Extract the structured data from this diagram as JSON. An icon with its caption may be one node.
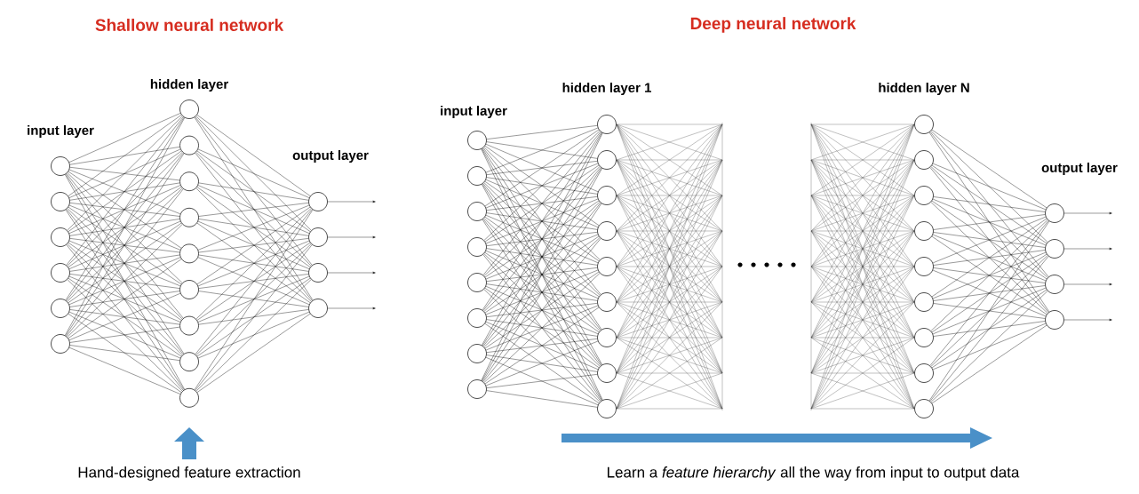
{
  "diagram": {
    "nodes": [
      {
        "text": [],
        "shape": "circle"
      },
      {
        "text": [],
        "shape": "circle"
      },
      {
        "text": [],
        "shape": "circle"
      },
      {
        "text": [],
        "shape": "circle"
      },
      {
        "text": [],
        "shape": "circle"
      },
      {
        "text": [],
        "shape": "circle"
      },
      {
        "text": [],
        "shape": "circle"
      },
      {
        "text": [],
        "shape": "circle"
      },
      {
        "text": [],
        "shape": "circle"
      },
      {
        "text": [],
        "shape": "circle"
      },
      {
        "text": [],
        "shape": "circle"
      },
      {
        "text": [],
        "shape": "circle"
      },
      {
        "text": [],
        "shape": "circle"
      },
      {
        "text": [],
        "shape": "circle"
      },
      {
        "text": [],
        "shape": "circle"
      },
      {
        "text": [],
        "shape": "circle"
      },
      {
        "text": [],
        "shape": "circle"
      },
      {
        "text": [],
        "shape": "circle"
      },
      {
        "text": [],
        "shape": "circle"
      },
      {
        "text": [],
        "shape": "circle"
      },
      {
        "text": [],
        "shape": "circle"
      },
      {
        "text": [],
        "shape": "circle"
      },
      {
        "text": [],
        "shape": "circle"
      },
      {
        "text": [],
        "shape": "circle"
      },
      {
        "text": [],
        "shape": "circle"
      },
      {
        "text": [],
        "shape": "circle"
      },
      {
        "text": [],
        "shape": "circle"
      },
      {
        "text": [],
        "shape": "circle"
      },
      {
        "text": [],
        "shape": "circle"
      },
      {
        "text": [],
        "shape": "circle"
      },
      {
        "text": [],
        "shape": "circle"
      },
      {
        "text": [],
        "shape": "circle"
      },
      {
        "text": [],
        "shape": "circle"
      },
      {
        "text": [],
        "shape": "circle"
      },
      {
        "text": [],
        "shape": "circle"
      },
      {
        "text": [],
        "shape": "circle"
      },
      {
        "text": [],
        "shape": "circle"
      },
      {
        "text": [],
        "shape": "circle"
      },
      {
        "text": [],
        "shape": "circle"
      },
      {
        "text": [],
        "shape": "circle"
      },
      {
        "text": [],
        "shape": "circle"
      },
      {
        "text": [],
        "shape": "circle"
      },
      {
        "text": [],
        "shape": "circle"
      },
      {
        "text": [],
        "shape": "circle"
      },
      {
        "text": [],
        "shape": "circle"
      },
      {
        "text": [],
        "shape": "circle"
      },
      {
        "text": [],
        "shape": "circle"
      },
      {
        "text": [],
        "shape": "circle"
      },
      {
        "text": [],
        "shape": "circle"
      }
    ],
    "edges": [
      {
        "from": 0,
        "to": 6,
        "arrow": "none"
      },
      {
        "from": 0,
        "to": 7,
        "arrow": "none"
      },
      {
        "from": 0,
        "to": 8,
        "arrow": "none"
      },
      {
        "from": 0,
        "to": 9,
        "arrow": "none"
      },
      {
        "from": 0,
        "to": 10,
        "arrow": "none"
      },
      {
        "from": 0,
        "to": 11,
        "arrow": "none"
      },
      {
        "from": 0,
        "to": 12,
        "arrow": "none"
      },
      {
        "from": 0,
        "to": 13,
        "arrow": "none"
      },
      {
        "from": 0,
        "to": 14,
        "arrow": "none"
      },
      {
        "from": 1,
        "to": 6,
        "arrow": "none"
      },
      {
        "from": 1,
        "to": 7,
        "arrow": "none"
      },
      {
        "from": 1,
        "to": 8,
        "arrow": "none"
      },
      {
        "from": 1,
        "to": 9,
        "arrow": "none"
      },
      {
        "from": 1,
        "to": 10,
        "arrow": "none"
      },
      {
        "from": 1,
        "to": 11,
        "arrow": "none"
      },
      {
        "from": 1,
        "to": 12,
        "arrow": "none"
      },
      {
        "from": 1,
        "to": 13,
        "arrow": "none"
      },
      {
        "from": 1,
        "to": 14,
        "arrow": "none"
      },
      {
        "from": 2,
        "to": 6,
        "arrow": "none"
      },
      {
        "from": 2,
        "to": 7,
        "arrow": "none"
      },
      {
        "from": 2,
        "to": 8,
        "arrow": "none"
      },
      {
        "from": 2,
        "to": 9,
        "arrow": "none"
      },
      {
        "from": 2,
        "to": 10,
        "arrow": "none"
      },
      {
        "from": 2,
        "to": 11,
        "arrow": "none"
      },
      {
        "from": 2,
        "to": 12,
        "arrow": "none"
      },
      {
        "from": 2,
        "to": 13,
        "arrow": "none"
      },
      {
        "from": 2,
        "to": 14,
        "arrow": "none"
      },
      {
        "from": 3,
        "to": 6,
        "arrow": "none"
      },
      {
        "from": 3,
        "to": 7,
        "arrow": "none"
      },
      {
        "from": 3,
        "to": 8,
        "arrow": "none"
      },
      {
        "from": 3,
        "to": 9,
        "arrow": "none"
      },
      {
        "from": 3,
        "to": 10,
        "arrow": "none"
      },
      {
        "from": 3,
        "to": 11,
        "arrow": "none"
      },
      {
        "from": 3,
        "to": 12,
        "arrow": "none"
      },
      {
        "from": 3,
        "to": 13,
        "arrow": "none"
      },
      {
        "from": 3,
        "to": 14,
        "arrow": "none"
      },
      {
        "from": 4,
        "to": 6,
        "arrow": "none"
      },
      {
        "from": 4,
        "to": 7,
        "arrow": "none"
      },
      {
        "from": 4,
        "to": 8,
        "arrow": "none"
      },
      {
        "from": 4,
        "to": 9,
        "arrow": "none"
      },
      {
        "from": 4,
        "to": 10,
        "arrow": "none"
      },
      {
        "from": 4,
        "to": 11,
        "arrow": "none"
      },
      {
        "from": 4,
        "to": 12,
        "arrow": "none"
      },
      {
        "from": 4,
        "to": 13,
        "arrow": "none"
      },
      {
        "from": 4,
        "to": 14,
        "arrow": "none"
      },
      {
        "from": 5,
        "to": 6,
        "arrow": "none"
      },
      {
        "from": 5,
        "to": 7,
        "arrow": "none"
      },
      {
        "from": 5,
        "to": 8,
        "arrow": "none"
      },
      {
        "from": 5,
        "to": 9,
        "arrow": "none"
      },
      {
        "from": 5,
        "to": 10,
        "arrow": "none"
      },
      {
        "from": 5,
        "to": 11,
        "arrow": "none"
      },
      {
        "from": 5,
        "to": 12,
        "arrow": "none"
      },
      {
        "from": 5,
        "to": 13,
        "arrow": "none"
      },
      {
        "from": 5,
        "to": 14,
        "arrow": "none"
      },
      {
        "from": 6,
        "to": 15,
        "arrow": "none"
      },
      {
        "from": 6,
        "to": 16,
        "arrow": "none"
      },
      {
        "from": 6,
        "to": 17,
        "arrow": "none"
      },
      {
        "from": 6,
        "to": 18,
        "arrow": "none"
      },
      {
        "from": 7,
        "to": 15,
        "arrow": "none"
      },
      {
        "from": 7,
        "to": 16,
        "arrow": "none"
      },
      {
        "from": 7,
        "to": 17,
        "arrow": "none"
      },
      {
        "from": 7,
        "to": 18,
        "arrow": "none"
      },
      {
        "from": 8,
        "to": 15,
        "arrow": "none"
      },
      {
        "from": 8,
        "to": 16,
        "arrow": "none"
      },
      {
        "from": 8,
        "to": 17,
        "arrow": "none"
      },
      {
        "from": 8,
        "to": 18,
        "arrow": "none"
      },
      {
        "from": 9,
        "to": 15,
        "arrow": "none"
      },
      {
        "from": 9,
        "to": 16,
        "arrow": "none"
      },
      {
        "from": 9,
        "to": 17,
        "arrow": "none"
      },
      {
        "from": 9,
        "to": 18,
        "arrow": "none"
      },
      {
        "from": 10,
        "to": 15,
        "arrow": "none"
      },
      {
        "from": 10,
        "to": 16,
        "arrow": "none"
      },
      {
        "from": 10,
        "to": 17,
        "arrow": "none"
      },
      {
        "from": 10,
        "to": 18,
        "arrow": "none"
      },
      {
        "from": 11,
        "to": 15,
        "arrow": "none"
      },
      {
        "from": 11,
        "to": 16,
        "arrow": "none"
      },
      {
        "from": 11,
        "to": 17,
        "arrow": "none"
      },
      {
        "from": 11,
        "to": 18,
        "arrow": "none"
      },
      {
        "from": 12,
        "to": 15,
        "arrow": "none"
      },
      {
        "from": 12,
        "to": 16,
        "arrow": "none"
      },
      {
        "from": 12,
        "to": 17,
        "arrow": "none"
      },
      {
        "from": 12,
        "to": 18,
        "arrow": "none"
      },
      {
        "from": 13,
        "to": 15,
        "arrow": "none"
      },
      {
        "from": 13,
        "to": 16,
        "arrow": "none"
      },
      {
        "from": 13,
        "to": 17,
        "arrow": "none"
      },
      {
        "from": 13,
        "to": 18,
        "arrow": "none"
      },
      {
        "from": 14,
        "to": 15,
        "arrow": "none"
      },
      {
        "from": 14,
        "to": 16,
        "arrow": "none"
      },
      {
        "from": 14,
        "to": 17,
        "arrow": "none"
      },
      {
        "from": 14,
        "to": 18,
        "arrow": "none"
      },
      {
        "from": 15,
        "to": null,
        "arrow": "to"
      },
      {
        "from": 16,
        "to": null,
        "arrow": "to"
      },
      {
        "from": 17,
        "to": null,
        "arrow": "to"
      },
      {
        "from": 18,
        "to": null,
        "arrow": "to"
      },
      {
        "from": 19,
        "to": 27,
        "arrow": "none"
      },
      {
        "from": 19,
        "to": 28,
        "arrow": "none"
      },
      {
        "from": 19,
        "to": 29,
        "arrow": "none"
      },
      {
        "from": 19,
        "to": 30,
        "arrow": "none"
      },
      {
        "from": 19,
        "to": 31,
        "arrow": "none"
      },
      {
        "from": 19,
        "to": 32,
        "arrow": "none"
      },
      {
        "from": 19,
        "to": 33,
        "arrow": "none"
      },
      {
        "from": 19,
        "to": 34,
        "arrow": "none"
      },
      {
        "from": 19,
        "to": 35,
        "arrow": "none"
      },
      {
        "from": 20,
        "to": 27,
        "arrow": "none"
      },
      {
        "from": 20,
        "to": 28,
        "arrow": "none"
      },
      {
        "from": 20,
        "to": 29,
        "arrow": "none"
      },
      {
        "from": 20,
        "to": 30,
        "arrow": "none"
      },
      {
        "from": 20,
        "to": 31,
        "arrow": "none"
      },
      {
        "from": 20,
        "to": 32,
        "arrow": "none"
      },
      {
        "from": 20,
        "to": 33,
        "arrow": "none"
      },
      {
        "from": 20,
        "to": 34,
        "arrow": "none"
      },
      {
        "from": 20,
        "to": 35,
        "arrow": "none"
      },
      {
        "from": 21,
        "to": 27,
        "arrow": "none"
      },
      {
        "from": 21,
        "to": 28,
        "arrow": "none"
      },
      {
        "from": 21,
        "to": 29,
        "arrow": "none"
      },
      {
        "from": 21,
        "to": 30,
        "arrow": "none"
      },
      {
        "from": 21,
        "to": 31,
        "arrow": "none"
      },
      {
        "from": 21,
        "to": 32,
        "arrow": "none"
      },
      {
        "from": 21,
        "to": 33,
        "arrow": "none"
      },
      {
        "from": 21,
        "to": 34,
        "arrow": "none"
      },
      {
        "from": 21,
        "to": 35,
        "arrow": "none"
      },
      {
        "from": 22,
        "to": 27,
        "arrow": "none"
      },
      {
        "from": 22,
        "to": 28,
        "arrow": "none"
      },
      {
        "from": 22,
        "to": 29,
        "arrow": "none"
      },
      {
        "from": 22,
        "to": 30,
        "arrow": "none"
      },
      {
        "from": 22,
        "to": 31,
        "arrow": "none"
      },
      {
        "from": 22,
        "to": 32,
        "arrow": "none"
      },
      {
        "from": 22,
        "to": 33,
        "arrow": "none"
      },
      {
        "from": 22,
        "to": 34,
        "arrow": "none"
      },
      {
        "from": 22,
        "to": 35,
        "arrow": "none"
      },
      {
        "from": 23,
        "to": 27,
        "arrow": "none"
      },
      {
        "from": 23,
        "to": 28,
        "arrow": "none"
      },
      {
        "from": 23,
        "to": 29,
        "arrow": "none"
      },
      {
        "from": 23,
        "to": 30,
        "arrow": "none"
      },
      {
        "from": 23,
        "to": 31,
        "arrow": "none"
      },
      {
        "from": 23,
        "to": 32,
        "arrow": "none"
      },
      {
        "from": 23,
        "to": 33,
        "arrow": "none"
      },
      {
        "from": 23,
        "to": 34,
        "arrow": "none"
      },
      {
        "from": 23,
        "to": 35,
        "arrow": "none"
      },
      {
        "from": 24,
        "to": 27,
        "arrow": "none"
      },
      {
        "from": 24,
        "to": 28,
        "arrow": "none"
      },
      {
        "from": 24,
        "to": 29,
        "arrow": "none"
      },
      {
        "from": 24,
        "to": 30,
        "arrow": "none"
      },
      {
        "from": 24,
        "to": 31,
        "arrow": "none"
      },
      {
        "from": 24,
        "to": 32,
        "arrow": "none"
      },
      {
        "from": 24,
        "to": 33,
        "arrow": "none"
      },
      {
        "from": 24,
        "to": 34,
        "arrow": "none"
      },
      {
        "from": 24,
        "to": 35,
        "arrow": "none"
      },
      {
        "from": 25,
        "to": 27,
        "arrow": "none"
      },
      {
        "from": 25,
        "to": 28,
        "arrow": "none"
      },
      {
        "from": 25,
        "to": 29,
        "arrow": "none"
      },
      {
        "from": 25,
        "to": 30,
        "arrow": "none"
      },
      {
        "from": 25,
        "to": 31,
        "arrow": "none"
      },
      {
        "from": 25,
        "to": 32,
        "arrow": "none"
      },
      {
        "from": 25,
        "to": 33,
        "arrow": "none"
      },
      {
        "from": 25,
        "to": 34,
        "arrow": "none"
      },
      {
        "from": 25,
        "to": 35,
        "arrow": "none"
      },
      {
        "from": 26,
        "to": 27,
        "arrow": "none"
      },
      {
        "from": 26,
        "to": 28,
        "arrow": "none"
      },
      {
        "from": 26,
        "to": 29,
        "arrow": "none"
      },
      {
        "from": 26,
        "to": 30,
        "arrow": "none"
      },
      {
        "from": 26,
        "to": 31,
        "arrow": "none"
      },
      {
        "from": 26,
        "to": 32,
        "arrow": "none"
      },
      {
        "from": 26,
        "to": 33,
        "arrow": "none"
      },
      {
        "from": 26,
        "to": 34,
        "arrow": "none"
      },
      {
        "from": 26,
        "to": 35,
        "arrow": "none"
      },
      {
        "from": 36,
        "to": 45,
        "arrow": "none"
      },
      {
        "from": 36,
        "to": 46,
        "arrow": "none"
      },
      {
        "from": 36,
        "to": 47,
        "arrow": "none"
      },
      {
        "from": 36,
        "to": 48,
        "arrow": "none"
      },
      {
        "from": 37,
        "to": 45,
        "arrow": "none"
      },
      {
        "from": 37,
        "to": 46,
        "arrow": "none"
      },
      {
        "from": 37,
        "to": 47,
        "arrow": "none"
      },
      {
        "from": 37,
        "to": 48,
        "arrow": "none"
      },
      {
        "from": 38,
        "to": 45,
        "arrow": "none"
      },
      {
        "from": 38,
        "to": 46,
        "arrow": "none"
      },
      {
        "from": 38,
        "to": 47,
        "arrow": "none"
      },
      {
        "from": 38,
        "to": 48,
        "arrow": "none"
      },
      {
        "from": 39,
        "to": 45,
        "arrow": "none"
      },
      {
        "from": 39,
        "to": 46,
        "arrow": "none"
      },
      {
        "from": 39,
        "to": 47,
        "arrow": "none"
      },
      {
        "from": 39,
        "to": 48,
        "arrow": "none"
      },
      {
        "from": 40,
        "to": 45,
        "arrow": "none"
      },
      {
        "from": 40,
        "to": 46,
        "arrow": "none"
      },
      {
        "from": 40,
        "to": 47,
        "arrow": "none"
      },
      {
        "from": 40,
        "to": 48,
        "arrow": "none"
      },
      {
        "from": 41,
        "to": 45,
        "arrow": "none"
      },
      {
        "from": 41,
        "to": 46,
        "arrow": "none"
      },
      {
        "from": 41,
        "to": 47,
        "arrow": "none"
      },
      {
        "from": 41,
        "to": 48,
        "arrow": "none"
      },
      {
        "from": 42,
        "to": 45,
        "arrow": "none"
      },
      {
        "from": 42,
        "to": 46,
        "arrow": "none"
      },
      {
        "from": 42,
        "to": 47,
        "arrow": "none"
      },
      {
        "from": 42,
        "to": 48,
        "arrow": "none"
      },
      {
        "from": 43,
        "to": 45,
        "arrow": "none"
      },
      {
        "from": 43,
        "to": 46,
        "arrow": "none"
      },
      {
        "from": 43,
        "to": 47,
        "arrow": "none"
      },
      {
        "from": 43,
        "to": 48,
        "arrow": "none"
      },
      {
        "from": 44,
        "to": 45,
        "arrow": "none"
      },
      {
        "from": 44,
        "to": 46,
        "arrow": "none"
      },
      {
        "from": 44,
        "to": 47,
        "arrow": "none"
      },
      {
        "from": 44,
        "to": 48,
        "arrow": "none"
      },
      {
        "from": 45,
        "to": null,
        "arrow": "to"
      },
      {
        "from": 46,
        "to": null,
        "arrow": "to"
      },
      {
        "from": 47,
        "to": null,
        "arrow": "to"
      },
      {
        "from": 48,
        "to": null,
        "arrow": "to"
      }
    ],
    "labels": [
      "Shallow neural network",
      "Deep neural network",
      "hidden layer",
      "hidden layer 1",
      "hidden layer N",
      "input layer",
      "input layer",
      "output layer",
      "output layer",
      "Hand-designed feature extraction",
      "Learn a *feature hierarchy* all the way from input to output data"
    ]
  }
}
